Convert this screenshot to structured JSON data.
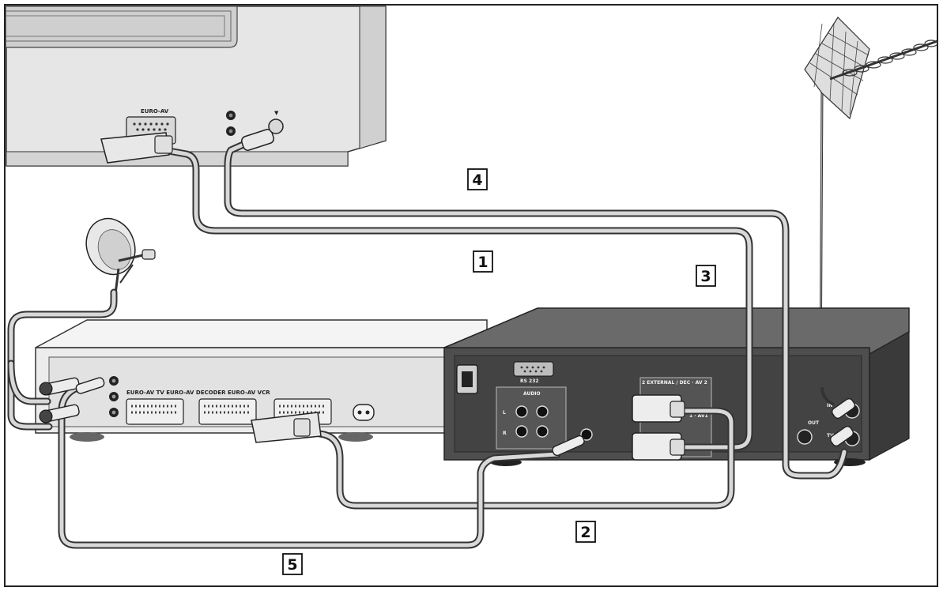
{
  "callouts": [
    "1",
    "2",
    "3",
    "4",
    "5"
  ],
  "tv": {
    "scart_label": "EURO-AV",
    "antenna_symbol": "▼"
  },
  "receiver": {
    "scart_labels": "EURO-AV TV  EURO-AV DECODER  EURO-AV VCR"
  },
  "recorder": {
    "rs232_label": "RS 232",
    "audio_label": "AUDIO",
    "audio_l": "L",
    "audio_r": "R",
    "scart_label": "2 EXTERNAL / DEC · AV 2",
    "scart2_label": "1 · AV1",
    "out_label": "OUT",
    "rf_in_label": "IN",
    "rf_tv_label": "TV"
  },
  "colors": {
    "cable": "#8a8a8a",
    "cable_core": "#d8d8d8",
    "tv_body": "#e4e4e4",
    "recorder_body": "#4a4a4a",
    "receiver_body": "#eeeeee"
  }
}
